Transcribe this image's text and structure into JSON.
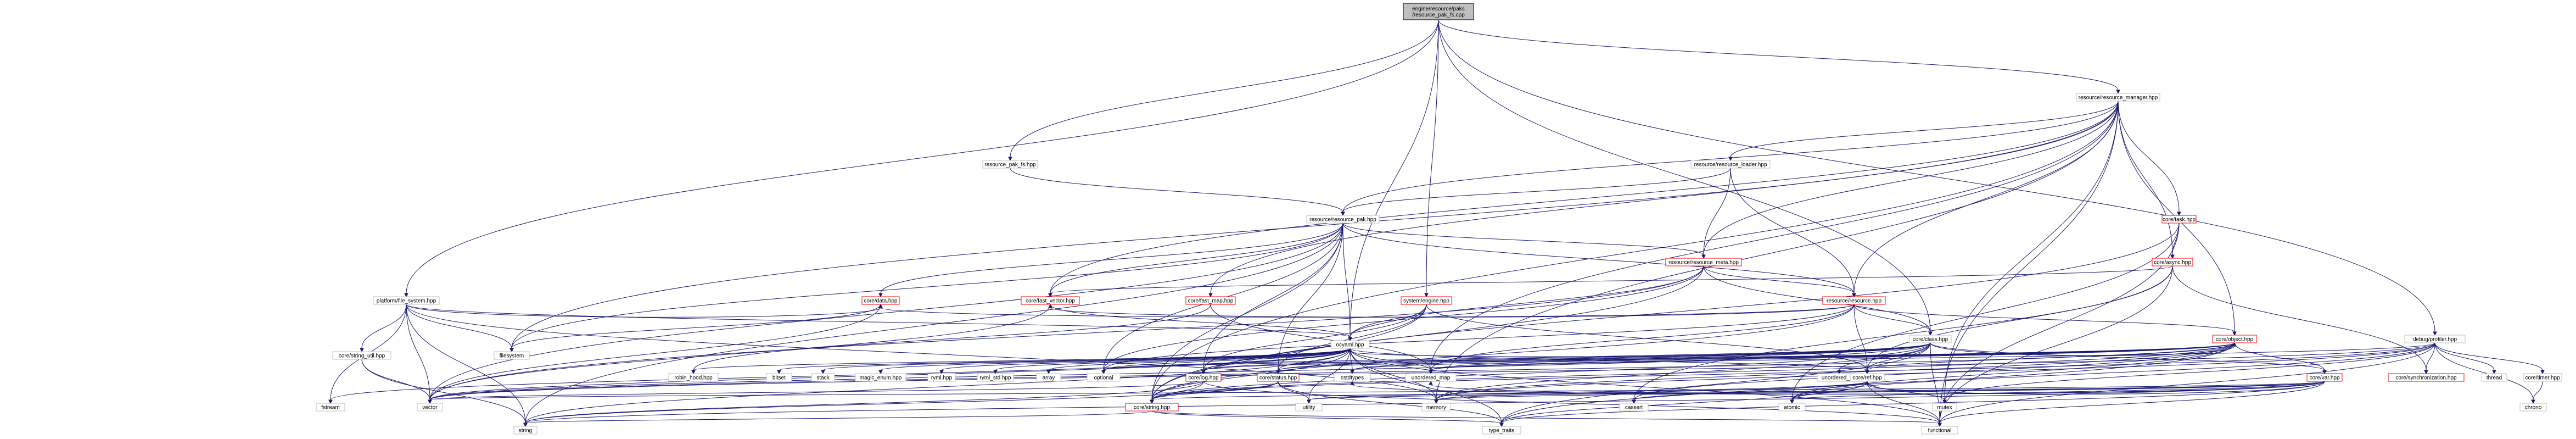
{
  "nodes": [
    {
      "id": "root",
      "lines": [
        "engine/resource/paks",
        "/resource_pak_fs.cpp"
      ],
      "style": "root"
    },
    {
      "id": "resource_manager",
      "lines": [
        "resource/resource_manager.hpp"
      ],
      "style": "plain"
    },
    {
      "id": "resource_pak_fs",
      "lines": [
        "resource_pak_fs.hpp"
      ],
      "style": "plain"
    },
    {
      "id": "resource_loader",
      "lines": [
        "resource/resource_loader.hpp"
      ],
      "style": "plain"
    },
    {
      "id": "resource_pak",
      "lines": [
        "resource/resource_pak.hpp"
      ],
      "style": "plain"
    },
    {
      "id": "task",
      "lines": [
        "core/task.hpp"
      ],
      "style": "red"
    },
    {
      "id": "resource_meta",
      "lines": [
        "resource/resource_meta.hpp"
      ],
      "style": "red"
    },
    {
      "id": "async",
      "lines": [
        "core/async.hpp"
      ],
      "style": "red"
    },
    {
      "id": "file_system",
      "lines": [
        "platform/file_system.hpp"
      ],
      "style": "plain"
    },
    {
      "id": "resource",
      "lines": [
        "resource/resource.hpp"
      ],
      "style": "red"
    },
    {
      "id": "data",
      "lines": [
        "core/data.hpp"
      ],
      "style": "red"
    },
    {
      "id": "fast_vector",
      "lines": [
        "core/fast_vector.hpp"
      ],
      "style": "red"
    },
    {
      "id": "fast_map",
      "lines": [
        "core/fast_map.hpp"
      ],
      "style": "red"
    },
    {
      "id": "engine",
      "lines": [
        "system/engine.hpp"
      ],
      "style": "red"
    },
    {
      "id": "class",
      "lines": [
        "core/class.hpp"
      ],
      "style": "plain"
    },
    {
      "id": "object",
      "lines": [
        "core/object.hpp"
      ],
      "style": "red"
    },
    {
      "id": "profiler",
      "lines": [
        "debug/profiler.hpp"
      ],
      "style": "plain"
    },
    {
      "id": "string_util",
      "lines": [
        "core/string_util.hpp"
      ],
      "style": "plain"
    },
    {
      "id": "filesystem",
      "lines": [
        "filesystem"
      ],
      "style": "plain"
    },
    {
      "id": "ocyaml",
      "lines": [
        "ocyaml.hpp"
      ],
      "style": "plain"
    },
    {
      "id": "unordered_set",
      "lines": [
        "unordered_set"
      ],
      "style": "plain"
    },
    {
      "id": "var",
      "lines": [
        "core/var.hpp"
      ],
      "style": "red"
    },
    {
      "id": "robin_hood",
      "lines": [
        "robin_hood.hpp"
      ],
      "style": "plain"
    },
    {
      "id": "bitset",
      "lines": [
        "bitset"
      ],
      "style": "plain"
    },
    {
      "id": "stack",
      "lines": [
        "stack"
      ],
      "style": "plain"
    },
    {
      "id": "magic_enum",
      "lines": [
        "magic_enum.hpp"
      ],
      "style": "plain"
    },
    {
      "id": "ryml",
      "lines": [
        "ryml.hpp"
      ],
      "style": "plain"
    },
    {
      "id": "ryml_std",
      "lines": [
        "ryml_std.hpp"
      ],
      "style": "plain"
    },
    {
      "id": "array",
      "lines": [
        "array"
      ],
      "style": "plain"
    },
    {
      "id": "optional",
      "lines": [
        "optional"
      ],
      "style": "plain"
    },
    {
      "id": "log",
      "lines": [
        "core/log.hpp"
      ],
      "style": "red"
    },
    {
      "id": "status",
      "lines": [
        "core/status.hpp"
      ],
      "style": "red"
    },
    {
      "id": "cstdtypes",
      "lines": [
        "cstdtypes"
      ],
      "style": "plain"
    },
    {
      "id": "unordered_map",
      "lines": [
        "unordered_map"
      ],
      "style": "plain"
    },
    {
      "id": "ref",
      "lines": [
        "core/ref.hpp"
      ],
      "style": "plain"
    },
    {
      "id": "synchronization",
      "lines": [
        "core/synchronization.hpp"
      ],
      "style": "red"
    },
    {
      "id": "thread",
      "lines": [
        "thread"
      ],
      "style": "plain"
    },
    {
      "id": "timer",
      "lines": [
        "core/timer.hpp"
      ],
      "style": "plain"
    },
    {
      "id": "fstream",
      "lines": [
        "fstream"
      ],
      "style": "plain"
    },
    {
      "id": "vector",
      "lines": [
        "vector"
      ],
      "style": "plain"
    },
    {
      "id": "core_string",
      "lines": [
        "core/string.hpp"
      ],
      "style": "red"
    },
    {
      "id": "utility",
      "lines": [
        "utility"
      ],
      "style": "plain"
    },
    {
      "id": "memory",
      "lines": [
        "memory"
      ],
      "style": "plain"
    },
    {
      "id": "cassert",
      "lines": [
        "cassert"
      ],
      "style": "plain"
    },
    {
      "id": "atomic",
      "lines": [
        "atomic"
      ],
      "style": "plain"
    },
    {
      "id": "mutex",
      "lines": [
        "mutex"
      ],
      "style": "plain"
    },
    {
      "id": "chrono",
      "lines": [
        "chrono"
      ],
      "style": "plain"
    },
    {
      "id": "string",
      "lines": [
        "string"
      ],
      "style": "plain"
    },
    {
      "id": "type_traits",
      "lines": [
        "type_traits"
      ],
      "style": "plain"
    },
    {
      "id": "functional",
      "lines": [
        "functional"
      ],
      "style": "plain"
    }
  ],
  "edges": [
    [
      "root",
      "resource_manager"
    ],
    [
      "root",
      "resource_pak_fs"
    ],
    [
      "root",
      "file_system"
    ],
    [
      "root",
      "engine"
    ],
    [
      "root",
      "class"
    ],
    [
      "root",
      "ocyaml"
    ],
    [
      "root",
      "profiler"
    ],
    [
      "resource_manager",
      "resource_loader"
    ],
    [
      "resource_manager",
      "resource_pak"
    ],
    [
      "resource_manager",
      "task"
    ],
    [
      "resource_manager",
      "async"
    ],
    [
      "resource_manager",
      "resource_meta"
    ],
    [
      "resource_manager",
      "resource"
    ],
    [
      "resource_manager",
      "fast_vector"
    ],
    [
      "resource_manager",
      "fast_map"
    ],
    [
      "resource_manager",
      "object"
    ],
    [
      "resource_manager",
      "filesystem"
    ],
    [
      "resource_manager",
      "unordered_map"
    ],
    [
      "resource_manager",
      "mutex"
    ],
    [
      "resource_manager",
      "functional"
    ],
    [
      "resource_manager",
      "memory"
    ],
    [
      "resource_manager",
      "core_string"
    ],
    [
      "resource_pak_fs",
      "resource_pak"
    ],
    [
      "resource_loader",
      "resource_pak"
    ],
    [
      "resource_loader",
      "resource_meta"
    ],
    [
      "resource_loader",
      "resource"
    ],
    [
      "resource_pak",
      "resource_meta"
    ],
    [
      "resource_pak",
      "resource"
    ],
    [
      "resource_pak",
      "data"
    ],
    [
      "resource_pak",
      "fast_vector"
    ],
    [
      "resource_pak",
      "ocyaml"
    ],
    [
      "resource_pak",
      "status"
    ],
    [
      "resource_pak",
      "log"
    ],
    [
      "resource_pak",
      "optional"
    ],
    [
      "resource_pak",
      "string"
    ],
    [
      "resource_pak",
      "vector"
    ],
    [
      "resource_pak",
      "core_string"
    ],
    [
      "resource_pak",
      "filesystem"
    ],
    [
      "task",
      "async"
    ],
    [
      "task",
      "atomic"
    ],
    [
      "task",
      "core_string"
    ],
    [
      "task",
      "functional"
    ],
    [
      "async",
      "synchronization"
    ],
    [
      "async",
      "ref"
    ],
    [
      "async",
      "fast_vector"
    ],
    [
      "async",
      "cassert"
    ],
    [
      "async",
      "functional"
    ],
    [
      "resource_meta",
      "resource"
    ],
    [
      "resource_meta",
      "class"
    ],
    [
      "resource_meta",
      "optional"
    ],
    [
      "resource_meta",
      "core_string"
    ],
    [
      "resource_meta",
      "ocyaml"
    ],
    [
      "resource_meta",
      "vector"
    ],
    [
      "resource",
      "object"
    ],
    [
      "resource",
      "class"
    ],
    [
      "resource",
      "ref"
    ],
    [
      "resource",
      "data"
    ],
    [
      "resource",
      "fast_vector"
    ],
    [
      "resource",
      "core_string"
    ],
    [
      "resource",
      "unordered_map"
    ],
    [
      "resource",
      "optional"
    ],
    [
      "file_system",
      "data"
    ],
    [
      "file_system",
      "string_util"
    ],
    [
      "file_system",
      "filesystem"
    ],
    [
      "file_system",
      "fstream"
    ],
    [
      "file_system",
      "vector"
    ],
    [
      "file_system",
      "string"
    ],
    [
      "file_system",
      "memory"
    ],
    [
      "file_system",
      "ocyaml"
    ],
    [
      "data",
      "vector"
    ],
    [
      "data",
      "filesystem"
    ],
    [
      "fast_vector",
      "vector"
    ],
    [
      "fast_vector",
      "ocyaml"
    ],
    [
      "fast_map",
      "unordered_map"
    ],
    [
      "fast_map",
      "robin_hood"
    ],
    [
      "engine",
      "status"
    ],
    [
      "engine",
      "log"
    ],
    [
      "engine",
      "ocyaml"
    ],
    [
      "engine",
      "ref"
    ],
    [
      "engine",
      "core_string"
    ],
    [
      "class",
      "object"
    ],
    [
      "class",
      "unordered_set"
    ],
    [
      "class",
      "unordered_map"
    ],
    [
      "class",
      "ref"
    ],
    [
      "class",
      "var"
    ],
    [
      "class",
      "status"
    ],
    [
      "class",
      "log"
    ],
    [
      "class",
      "optional"
    ],
    [
      "class",
      "core_string"
    ],
    [
      "class",
      "cstdtypes"
    ],
    [
      "class",
      "type_traits"
    ],
    [
      "class",
      "functional"
    ],
    [
      "class",
      "memory"
    ],
    [
      "class",
      "vector"
    ],
    [
      "class",
      "ocyaml"
    ],
    [
      "object",
      "var"
    ],
    [
      "object",
      "ref"
    ],
    [
      "object",
      "status"
    ],
    [
      "object",
      "log"
    ],
    [
      "object",
      "unordered_map"
    ],
    [
      "object",
      "core_string"
    ],
    [
      "object",
      "cstdtypes"
    ],
    [
      "object",
      "memory"
    ],
    [
      "object",
      "atomic"
    ],
    [
      "object",
      "cassert"
    ],
    [
      "object",
      "vector"
    ],
    [
      "object",
      "type_traits"
    ],
    [
      "object",
      "optional"
    ],
    [
      "profiler",
      "synchronization"
    ],
    [
      "profiler",
      "thread"
    ],
    [
      "profiler",
      "timer"
    ],
    [
      "profiler",
      "mutex"
    ],
    [
      "profiler",
      "atomic"
    ],
    [
      "profiler",
      "memory"
    ],
    [
      "profiler",
      "core_string"
    ],
    [
      "profiler",
      "unordered_map"
    ],
    [
      "profiler",
      "vector"
    ],
    [
      "profiler",
      "functional"
    ],
    [
      "profiler",
      "chrono"
    ],
    [
      "string_util",
      "string"
    ],
    [
      "string_util",
      "vector"
    ],
    [
      "ocyaml",
      "robin_hood"
    ],
    [
      "ocyaml",
      "bitset"
    ],
    [
      "ocyaml",
      "stack"
    ],
    [
      "ocyaml",
      "magic_enum"
    ],
    [
      "ocyaml",
      "ryml"
    ],
    [
      "ocyaml",
      "ryml_std"
    ],
    [
      "ocyaml",
      "array"
    ],
    [
      "ocyaml",
      "optional"
    ],
    [
      "ocyaml",
      "status"
    ],
    [
      "ocyaml",
      "log"
    ],
    [
      "ocyaml",
      "cstdtypes"
    ],
    [
      "ocyaml",
      "unordered_map"
    ],
    [
      "ocyaml",
      "ref"
    ],
    [
      "ocyaml",
      "core_string"
    ],
    [
      "ocyaml",
      "utility"
    ],
    [
      "ocyaml",
      "memory"
    ],
    [
      "ocyaml",
      "vector"
    ],
    [
      "ocyaml",
      "fstream"
    ],
    [
      "ocyaml",
      "string"
    ],
    [
      "ocyaml",
      "type_traits"
    ],
    [
      "ocyaml",
      "functional"
    ],
    [
      "var",
      "ref"
    ],
    [
      "var",
      "core_string"
    ],
    [
      "var",
      "cstdtypes"
    ],
    [
      "var",
      "type_traits"
    ],
    [
      "var",
      "memory"
    ],
    [
      "var",
      "functional"
    ],
    [
      "var",
      "vector"
    ],
    [
      "var",
      "string"
    ],
    [
      "var",
      "unordered_map"
    ],
    [
      "var",
      "atomic"
    ],
    [
      "var",
      "utility"
    ],
    [
      "log",
      "core_string"
    ],
    [
      "log",
      "vector"
    ],
    [
      "log",
      "string"
    ],
    [
      "log",
      "functional"
    ],
    [
      "status",
      "core_string"
    ],
    [
      "status",
      "string"
    ],
    [
      "status",
      "type_traits"
    ],
    [
      "status",
      "utility"
    ],
    [
      "ref",
      "atomic"
    ],
    [
      "ref",
      "cassert"
    ],
    [
      "ref",
      "type_traits"
    ],
    [
      "ref",
      "functional"
    ],
    [
      "ref",
      "memory"
    ],
    [
      "ref",
      "utility"
    ],
    [
      "ref",
      "mutex"
    ],
    [
      "timer",
      "chrono"
    ],
    [
      "core_string",
      "string"
    ],
    [
      "core_string",
      "type_traits"
    ],
    [
      "core_string",
      "functional"
    ]
  ]
}
